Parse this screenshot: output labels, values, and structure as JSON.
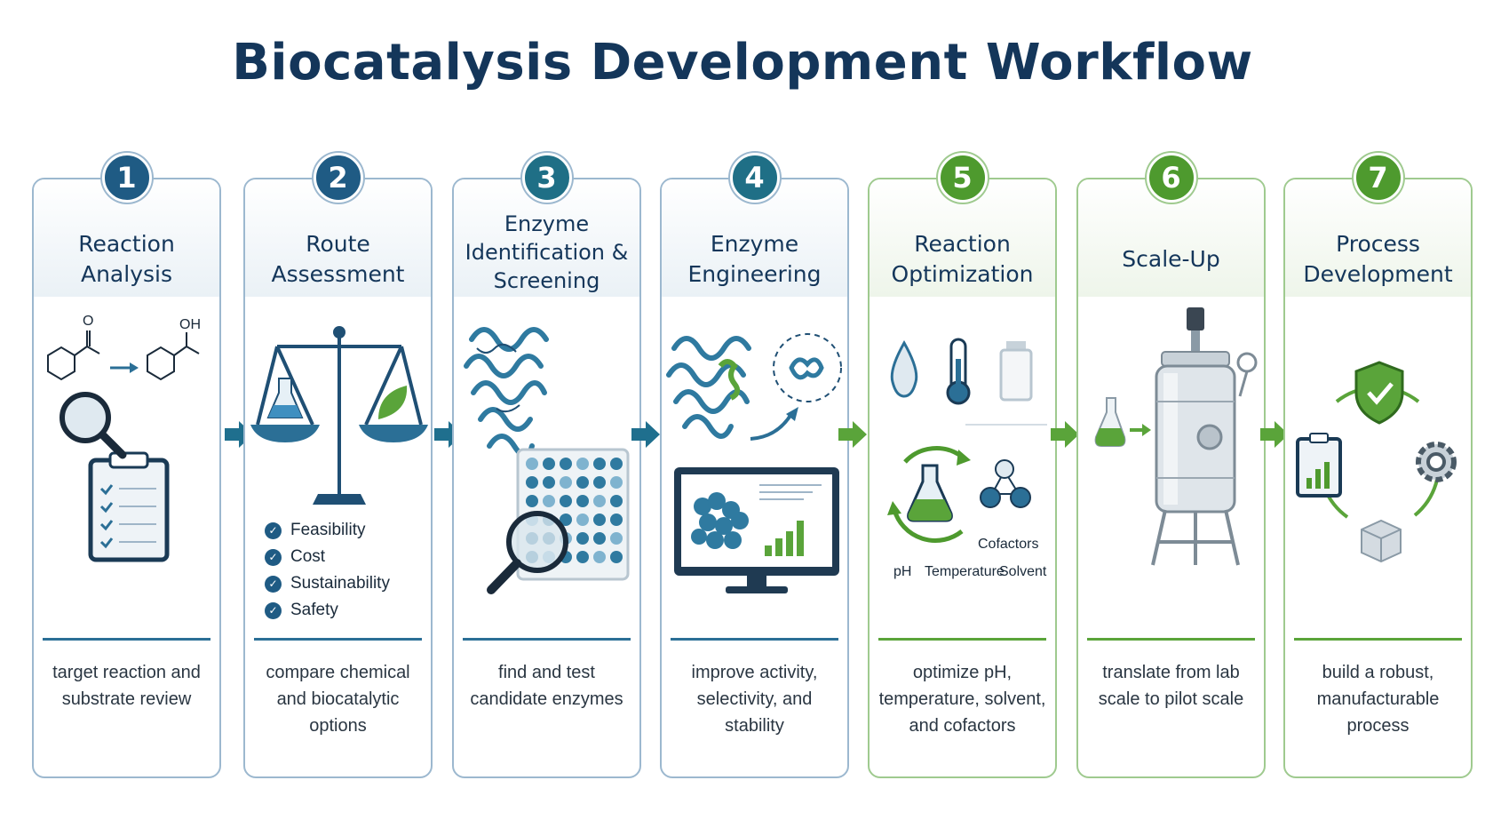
{
  "title": "Biocatalysis Development Workflow",
  "steps": [
    {
      "number": "1",
      "title": "Reaction\nAnalysis",
      "description": "target reaction and substrate review",
      "icon": "reaction-structure-magnifier-clipboard-icon"
    },
    {
      "number": "2",
      "title": "Route\nAssessment",
      "description": "compare chemical and biocatalytic options",
      "icon": "balance-scale-icon",
      "criteria": [
        "Feasibility",
        "Cost",
        "Sustainability",
        "Safety"
      ]
    },
    {
      "number": "3",
      "title": "Enzyme\nIdentification &\nScreening",
      "description": "find and test candidate enzymes",
      "icon": "protein-wellplate-magnifier-icon"
    },
    {
      "number": "4",
      "title": "Enzyme\nEngineering",
      "description": "improve activity, selectivity, and stability",
      "icon": "protein-monitor-icon"
    },
    {
      "number": "5",
      "title": "Reaction\nOptimization",
      "description": "optimize pH, temperature, solvent, and cofactors",
      "icon": "flask-cycle-icon",
      "parameters": [
        "pH",
        "Temperature",
        "Solvent",
        "Cofactors"
      ]
    },
    {
      "number": "6",
      "title": "Scale-Up",
      "description": "translate from lab scale to pilot scale",
      "icon": "bioreactor-icon"
    },
    {
      "number": "7",
      "title": "Process\nDevelopment",
      "description": "build a robust, manufacturable process",
      "icon": "shield-clipboard-gear-box-icon"
    }
  ],
  "colors": {
    "title": "#14365a",
    "blue_badge": "#1f5b84",
    "teal_badge": "#1f6f86",
    "green_badge": "#4e9a2e",
    "blue_arrow": "#1f6f8e",
    "green_arrow": "#5aa43a"
  }
}
